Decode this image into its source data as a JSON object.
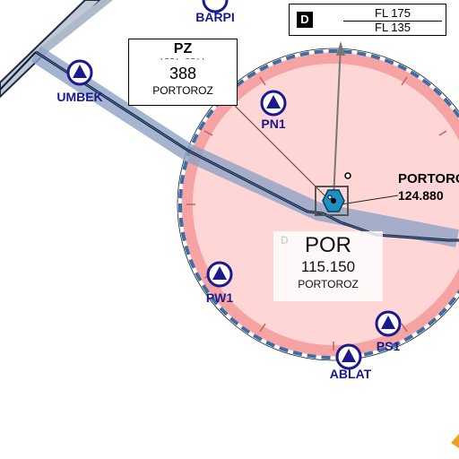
{
  "map": {
    "airspace_class_box": {
      "class": "D",
      "upper": "FL 175",
      "lower": "FL 135"
    },
    "ndb": {
      "ident": "PZ",
      "morse": "·−−· −−··",
      "frequency": "388",
      "name": "PORTOROZ"
    },
    "vor": {
      "ident": "POR",
      "frequency": "115.150",
      "name": "PORTOROZ",
      "class_letter": "D"
    },
    "airport_label": {
      "name": "PORTOROZ",
      "frequency": "124.880"
    },
    "waypoints": [
      {
        "name": "BARPI"
      },
      {
        "name": "UMBEK"
      },
      {
        "name": "PN1"
      },
      {
        "name": "PW1"
      },
      {
        "name": "PS1"
      },
      {
        "name": "ABLAT"
      }
    ],
    "colors": {
      "control_zone_fill": "#ffd6d6",
      "control_zone_ring": "#f6a3a3",
      "boundary_dash": "#3a6ea5",
      "airway": "#8fa2c4",
      "route_line": "#0a1d3a",
      "waypoint_blue": "#1a1a8c",
      "vor_cyan": "#1c8fc4"
    }
  }
}
